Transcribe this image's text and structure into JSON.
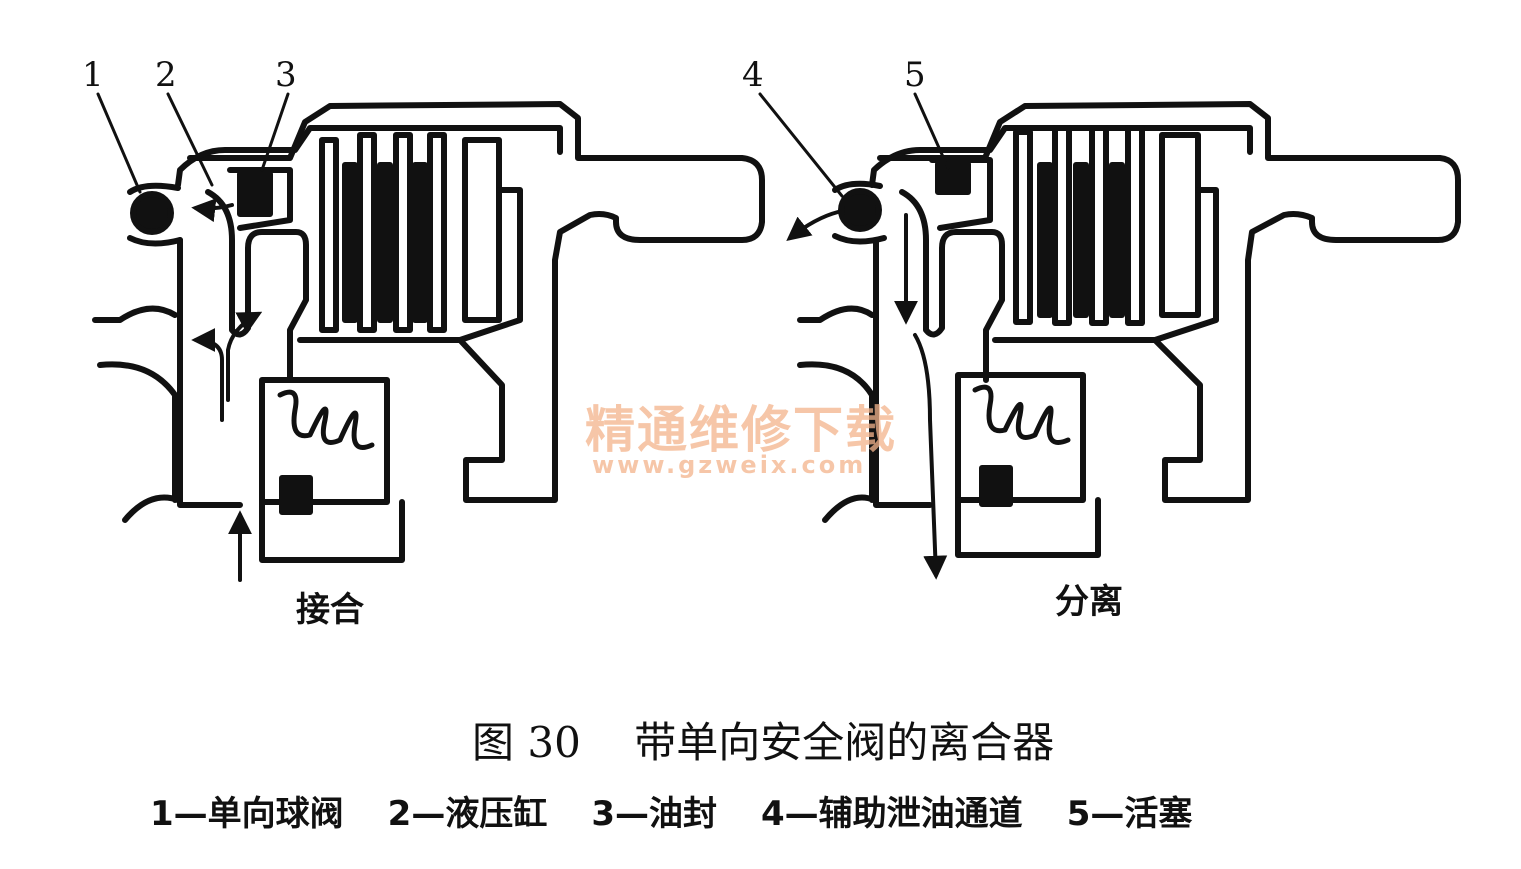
{
  "figure": {
    "caption": "图 30    带单向安全阀的离合器",
    "left_state": "接合",
    "right_state": "分离",
    "callouts": [
      "1",
      "2",
      "3",
      "4",
      "5"
    ],
    "legend": [
      "1—单向球阀",
      "2—液压缸",
      "3—油封",
      "4—辅助泄油通道",
      "5—活塞"
    ]
  },
  "watermark": {
    "text": "精通维修下载",
    "url": "www.gzweix.com"
  },
  "colors": {
    "line": "#111111",
    "watermark": "#f4b48c",
    "background": "#ffffff"
  }
}
